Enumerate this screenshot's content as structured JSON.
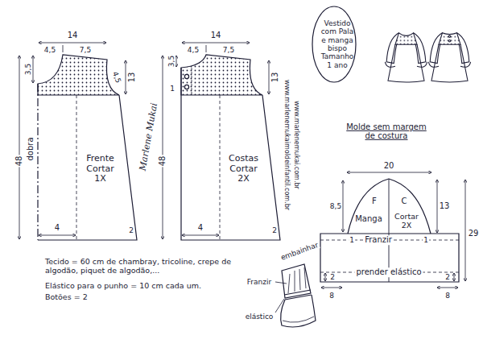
{
  "diagram": {
    "nodes": [
      {
        "text": [
          "Vestido com Pala e manga bispo Tamanho 1 ano"
        ]
      },
      {
        "text": [
          "Frente Cortar 1X"
        ]
      },
      {
        "text": [
          "Costas Cortar 2X"
        ]
      },
      {
        "text": [
          "F",
          "C",
          "Manga",
          "Cortar 2X",
          "Franzir",
          "prender elástico"
        ]
      }
    ],
    "labels": [
      "14",
      "4,5",
      "7,5",
      "3,5",
      "4,5",
      "13",
      "48",
      "dobra",
      "4",
      "2",
      "Marlene Mukai",
      "14",
      "4,5",
      "7,5",
      "3,5",
      "1",
      "13",
      "48",
      "4",
      "2",
      "www.marlenemukaimoldeinfantil.com.br",
      "www.marlenemukai.com.br",
      "Molde sem margem de costura",
      "20",
      "8,5",
      "13",
      "29",
      "1",
      "1",
      "2",
      "2",
      "8",
      "8",
      "Tecido = 60 cm de chambray, tricoline, crepe de algodão, piquet de algodão,...",
      "Elástico para o punho = 10 cm cada um.",
      "Botões = 2",
      "embainhar",
      "Franzir",
      "elástico"
    ]
  }
}
